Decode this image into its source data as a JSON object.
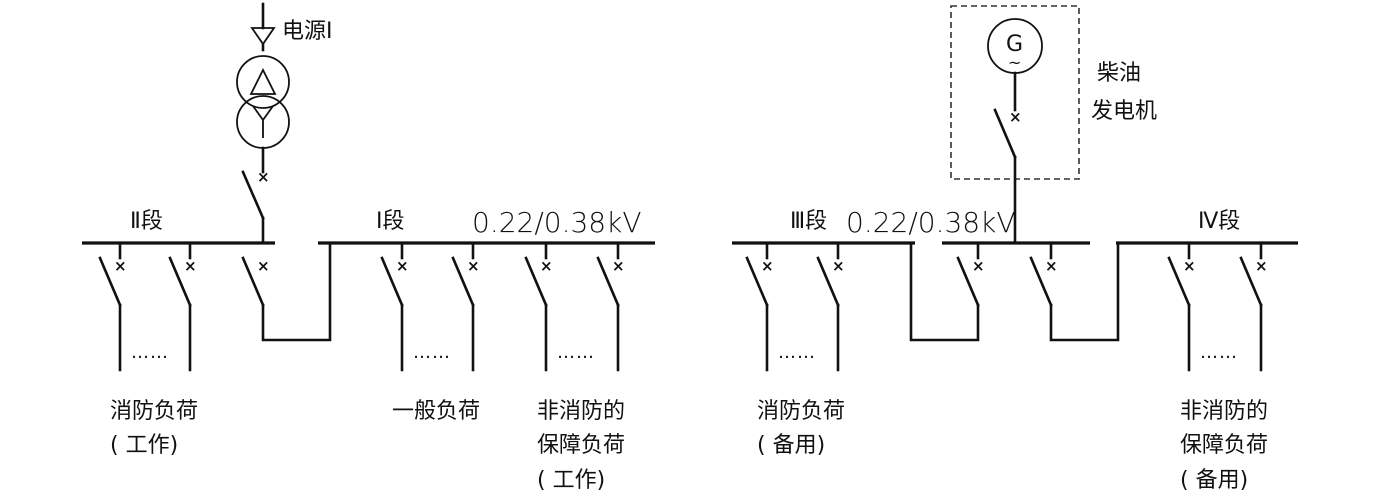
{
  "source": {
    "label": "电源Ⅰ"
  },
  "generator": {
    "symbol": "G",
    "wave": "~",
    "label_line1": "柴油",
    "label_line2": "发电机"
  },
  "sections": {
    "sec2": "Ⅱ段",
    "sec1": "Ⅰ段",
    "sec3": "Ⅲ段",
    "sec4": "Ⅳ段"
  },
  "voltages": {
    "left": "0.22/0.38kV",
    "right": "0.22/0.38kV"
  },
  "ellipsis": "……",
  "loads": {
    "fire_work": [
      "消防负荷",
      "( 工作)"
    ],
    "general": [
      "一般负荷"
    ],
    "nonfire_work": [
      "非消防的",
      "保障负荷",
      "( 工作)"
    ],
    "fire_backup": [
      "消防负荷",
      "( 备用)"
    ],
    "nonfire_backup": [
      "非消防的",
      "保障负荷",
      "( 备用)"
    ]
  }
}
